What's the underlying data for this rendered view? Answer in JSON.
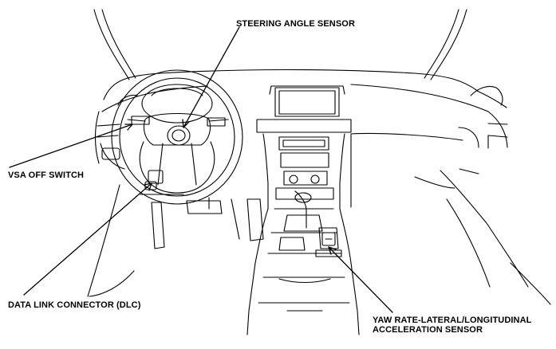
{
  "labels": {
    "steering_angle_sensor": "STEERING ANGLE SENSOR",
    "vsa_off_switch": "VSA OFF SWITCH",
    "data_link_connector": "DATA LINK CONNECTOR (DLC)",
    "yaw_rate_line1": "YAW RATE-LATERAL/LONGITUDINAL",
    "yaw_rate_line2": "ACCELERATION SENSOR"
  },
  "colors": {
    "ink": "#000000",
    "paper": "#ffffff"
  }
}
